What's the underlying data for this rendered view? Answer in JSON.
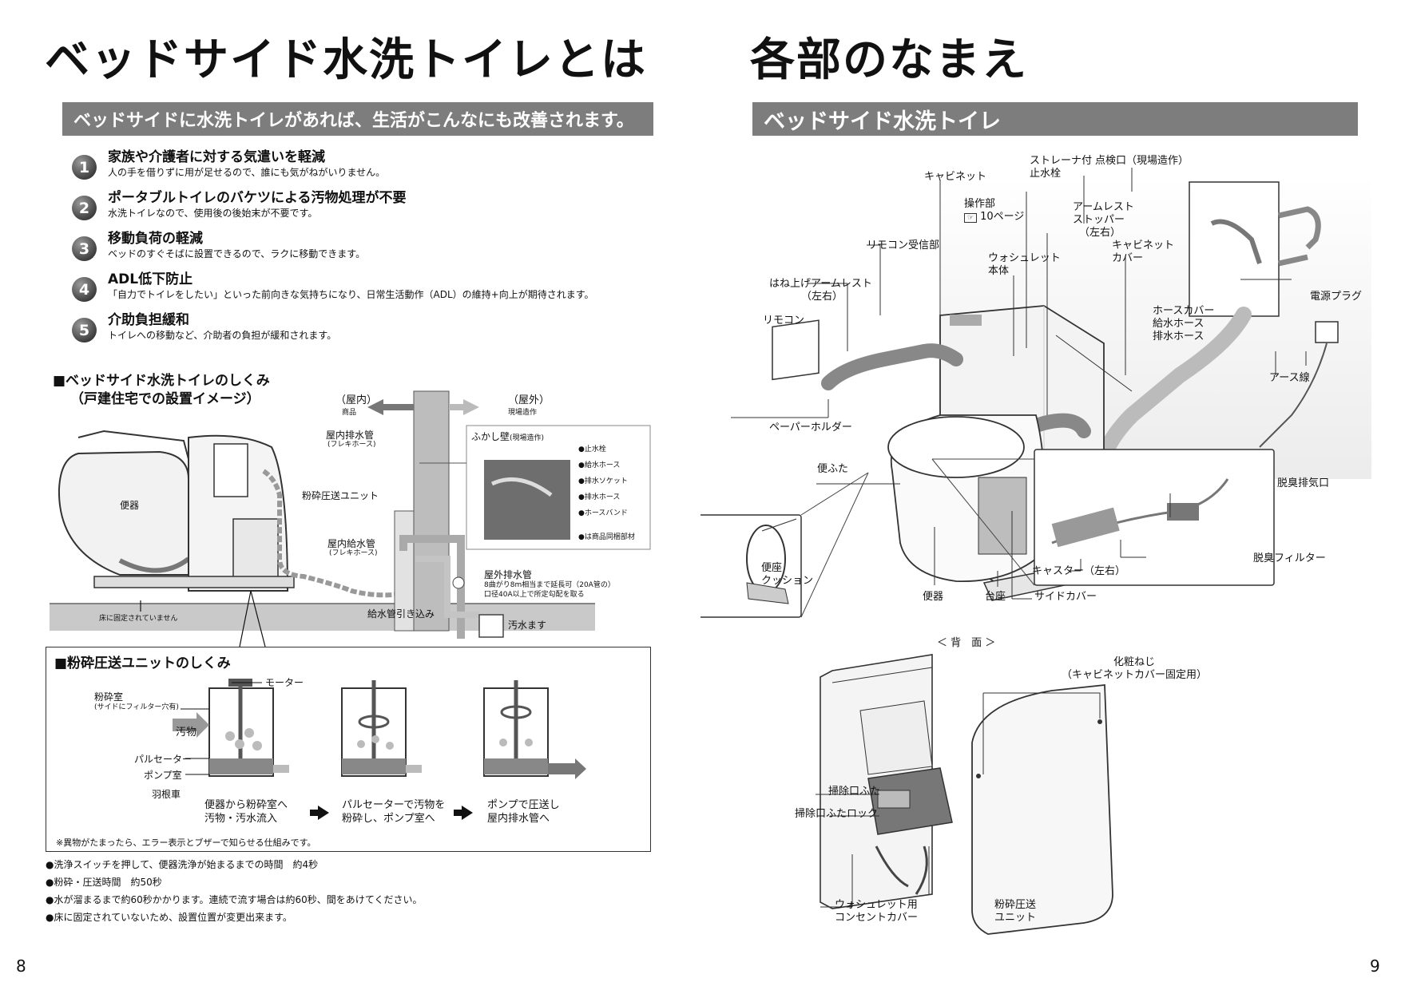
{
  "left_page": {
    "title": "ベッドサイド水洗トイレとは",
    "band": "ベッドサイドに水洗トイレがあれば、生活がこんなにも改善されます。",
    "benefits": [
      {
        "num": "1",
        "title": "家族や介護者に対する気遣いを軽減",
        "desc": "人の手を借りずに用が足せるので、誰にも気がねがいりません。"
      },
      {
        "num": "2",
        "title": "ポータブルトイレのバケツによる汚物処理が不要",
        "desc": "水洗トイレなので、使用後の後始末が不要です。"
      },
      {
        "num": "3",
        "title": "移動負荷の軽減",
        "desc": "ベッドのすぐそばに設置できるので、ラクに移動できます。"
      },
      {
        "num": "4",
        "title": "ADL低下防止",
        "desc": "「自力でトイレをしたい」といった前向きな気持ちになり、日常生活動作（ADL）の維持+向上が期待されます。"
      },
      {
        "num": "5",
        "title": "介助負担緩和",
        "desc": "トイレへの移動など、介助者の負担が緩和されます。"
      }
    ],
    "mechanism": {
      "title_1": "■ベッドサイド水洗トイレのしくみ",
      "title_2": "（戸建住宅での設置イメージ）",
      "indoor": "（屋内）",
      "indoor_sub": "商品",
      "outdoor": "（屋外）",
      "outdoor_sub": "現場造作",
      "indoor_drain": "屋内排水管",
      "indoor_drain_sub": "(フレキホース)",
      "crusher_unit": "粉砕圧送ユニット",
      "bowl": "便器",
      "indoor_supply": "屋内給水管",
      "indoor_supply_sub": "(フレキホース)",
      "outdoor_drain": "屋外排水管",
      "outdoor_drain_note1": "8曲がり8m相当まで延長可（20A管の）",
      "outdoor_drain_note2": "口径40A以上で所定勾配を取る",
      "supply_inlet": "給水管引き込み",
      "sewage": "汚水ます",
      "floor_note": "床に固定されていません",
      "false_wall": "ふかし壁",
      "false_wall_sub": "(現場造作)",
      "wall_items": [
        "●止水栓",
        "●給水ホース",
        "●排水ソケット",
        "●排水ホース",
        "●ホースバンド"
      ],
      "wall_item_note": "●は商品同梱部材"
    },
    "unit": {
      "title": "■粉砕圧送ユニットのしくみ",
      "motor": "モーター",
      "crush_room": "粉砕室",
      "crush_room_sub": "(サイドにフィルター穴有)",
      "waste": "汚物",
      "pulsator": "パルセーター",
      "pump_room": "ポンプ室",
      "impeller": "羽根車",
      "step1_a": "便器から粉砕室へ",
      "step1_b": "汚物・汚水流入",
      "step2_a": "パルセーターで汚物を",
      "step2_b": "粉砕し、ポンプ室へ",
      "step3_a": "ポンプで圧送し",
      "step3_b": "屋内排水管へ",
      "footnote": "※異物がたまったら、エラー表示とブザーで知らせる仕組みです。"
    },
    "notes": [
      "●洗浄スイッチを押して、便器洗浄が始まるまでの時間　約4秒",
      "●粉砕・圧送時間　約50秒",
      "●水が溜まるまで約60秒かかります。連続で流す場合は約60秒、間をあけてください。",
      "●床に固定されていないため、設置位置が変更出来ます。"
    ],
    "page_num": "8"
  },
  "right_page": {
    "title": "各部のなまえ",
    "band": "ベッドサイド水洗トイレ",
    "labels": {
      "cabinet": "キャビネット",
      "strainer_1": "ストレーナ付",
      "strainer_2": "止水栓",
      "inspection": "点検口（現場造作）",
      "control_1": "操作部",
      "control_ref": "10ページ",
      "armrest_stopper_1": "アームレスト",
      "armrest_stopper_2": "ストッパー",
      "armrest_stopper_3": "（左右）",
      "remote_receiver": "リモコン受信部",
      "cabinet_cover_1": "キャビネット",
      "cabinet_cover_2": "カバー",
      "washlet_1": "ウォシュレット",
      "washlet_2": "本体",
      "flip_armrest_1": "はね上げアームレスト",
      "flip_armrest_2": "（左右）",
      "power_plug": "電源プラグ",
      "remote": "リモコン",
      "hose_cover": "ホースカバー",
      "supply_hose": "給水ホース",
      "drain_hose": "排水ホース",
      "earth": "アース線",
      "paper_holder": "ペーパーホルダー",
      "lid": "便ふた",
      "deodor_exhaust": "脱臭排気口",
      "seat_cushion_1": "便座",
      "seat_cushion_2": "クッション",
      "caster": "キャスター（左右）",
      "deodor_filter": "脱臭フィルター",
      "bowl": "便器",
      "base": "台座",
      "side_cover": "サイドカバー",
      "back": "＜ 背　面 ＞",
      "screw_1": "化粧ねじ",
      "screw_2": "（キャビネットカバー固定用）",
      "cleanout_lid": "掃除口ふた",
      "cleanout_lock": "掃除口ふたロック",
      "outlet_1": "ウォシュレット用",
      "outlet_2": "コンセントカバー",
      "crusher_1": "粉砕圧送",
      "crusher_2": "ユニット"
    },
    "page_num": "9"
  }
}
